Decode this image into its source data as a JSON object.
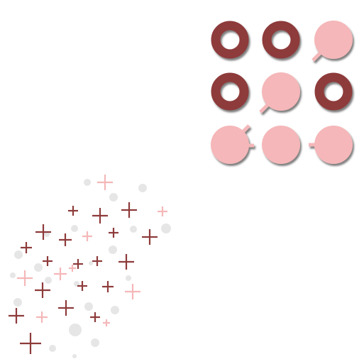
{
  "colors": {
    "background": "#ffffff",
    "dark": "#8e3b3b",
    "light": "#f5b7b9",
    "shadow": "#3b3b3b",
    "dot": "#e6e6e6"
  },
  "icon_grid": {
    "rows": [
      [
        {
          "kind": "ring",
          "color": "dark"
        },
        {
          "kind": "ring",
          "color": "dark"
        },
        {
          "kind": "disc-handle",
          "color": "light",
          "handle": "down-left"
        }
      ],
      [
        {
          "kind": "ring",
          "color": "dark"
        },
        {
          "kind": "disc-handle",
          "color": "light",
          "handle": "down-left"
        },
        {
          "kind": "ring",
          "color": "dark"
        }
      ],
      [
        {
          "kind": "disc-handle",
          "color": "light",
          "handle": "up-right"
        },
        {
          "kind": "disc-handle",
          "color": "light",
          "handle": "none"
        },
        {
          "kind": "disc-handle",
          "color": "light",
          "handle": "left"
        }
      ]
    ]
  },
  "plus_field": {
    "dark_marks": 20,
    "light_marks": 8,
    "dots": 22
  }
}
